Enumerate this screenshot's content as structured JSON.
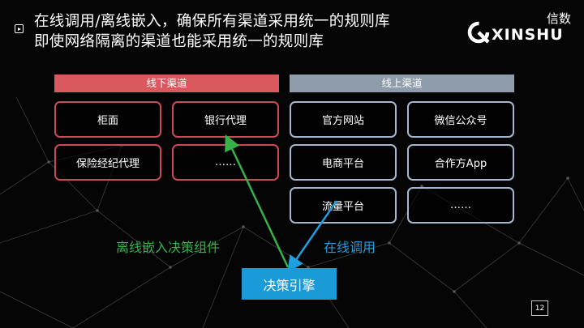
{
  "title": {
    "line1": "在线调用/离线嵌入，确保所有渠道采用统一的规则库",
    "line2": "即使网络隔离的渠道也能采用统一的规则库"
  },
  "logo": {
    "cn": "信数",
    "en": "XINSHU"
  },
  "offline": {
    "header": "线下渠道",
    "items": [
      "柜面",
      "银行代理",
      "保险经纪代理",
      "……"
    ]
  },
  "online": {
    "header": "线上渠道",
    "items": [
      "官方网站",
      "微信公众号",
      "电商平台",
      "合作方App",
      "流量平台",
      "……"
    ]
  },
  "labels": {
    "offline_embed": "离线嵌入决策组件",
    "online_call": "在线调用"
  },
  "engine": "决策引擎",
  "page_number": "12",
  "colors": {
    "offline_header": "#d9595f",
    "online_header": "#8e9cac",
    "offline_border": "#c84b55",
    "online_border": "#a6b6cf",
    "green_arrow": "#35b24a",
    "blue_arrow": "#1d9fe0",
    "engine_bg": "#1a9bd7"
  }
}
